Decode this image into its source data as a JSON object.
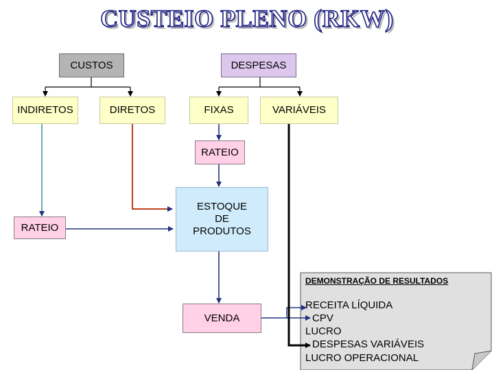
{
  "title": "CUSTEIO PLENO   (RKW)",
  "boxes": {
    "custos": "CUSTOS",
    "despesas": "DESPESAS",
    "indiretos": "INDIRETOS",
    "diretos": "DIRETOS",
    "fixas": "FIXAS",
    "variaveis": "VARIÁVEIS",
    "rateio_fixas": "RATEIO",
    "rateio_indiretos": "RATEIO",
    "estoque_line1": "ESTOQUE",
    "estoque_line2": "DE",
    "estoque_line3": "PRODUTOS",
    "venda": "VENDA"
  },
  "dre": {
    "title": "DEMONSTRAÇÃO DE RESULTADOS",
    "lines": [
      "RECEITA LÍQUIDA",
      "CPV",
      "LUCRO",
      "DESPESAS VARIÁVEIS",
      "LUCRO OPERACIONAL"
    ]
  },
  "colors": {
    "blue_line": "#203080",
    "teal_line": "#2a8a9a",
    "red_line": "#c04020",
    "black_line": "#000000",
    "note_fill": "#e0e0e0"
  }
}
